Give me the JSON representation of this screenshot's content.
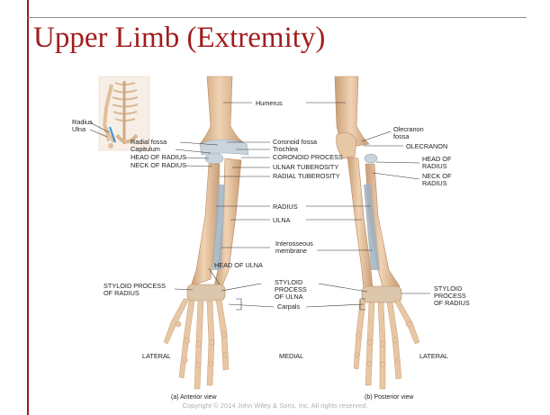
{
  "slide": {
    "title": "Upper Limb (Extremity)",
    "copyright": "Copyright © 2014 John Wiley & Sons, Inc. All rights reserved."
  },
  "figure": {
    "inset": {
      "radius": "Radius",
      "ulna": "Ulna"
    },
    "anterior": {
      "radial_fossa": "Radial fossa",
      "capitulum": "Capitulum",
      "head_of_radius": "HEAD OF RADIUS",
      "neck_of_radius": "NECK OF RADIUS",
      "humerus": "Humerus",
      "coronoid_fossa": "Coronoid fossa",
      "trochlea": "Trochlea",
      "coronoid_process": "CORONOID PROCESS",
      "ulnar_tuberosity": "ULNAR TUBEROSITY",
      "radial_tuberosity": "RADIAL TUBEROSITY",
      "head_of_ulna": "HEAD OF ULNA",
      "styloid_radius_line1": "STYLOID PROCESS",
      "styloid_radius_line2": "OF RADIUS",
      "lateral": "LATERAL",
      "view": "(a) Anterior view"
    },
    "center": {
      "radius": "RADIUS",
      "ulna": "ULNA",
      "interosseous_line1": "Interosseous",
      "interosseous_line2": "membrane",
      "styloid_ulna_line1": "STYLOID",
      "styloid_ulna_line2": "PROCESS",
      "styloid_ulna_line3": "OF ULNA",
      "carpals": "Carpals",
      "medial": "MEDIAL"
    },
    "posterior": {
      "olecranon_fossa_line1": "Olecranon",
      "olecranon_fossa_line2": "fossa",
      "olecranon": "OLECRANON",
      "head_of_radius_line1": "HEAD OF",
      "head_of_radius_line2": "RADIUS",
      "neck_of_radius_line1": "NECK OF",
      "neck_of_radius_line2": "RADIUS",
      "styloid_radius_line1": "STYLOID",
      "styloid_radius_line2": "PROCESS",
      "styloid_radius_line3": "OF RADIUS",
      "lateral": "LATERAL",
      "view": "(b) Posterior view"
    }
  },
  "colors": {
    "title": "#a11d1d",
    "bone": "#e8c7a4",
    "bone_shadow": "#c99d76",
    "cartilage": "#c9d4dc",
    "membrane": "#9fb0bd"
  }
}
